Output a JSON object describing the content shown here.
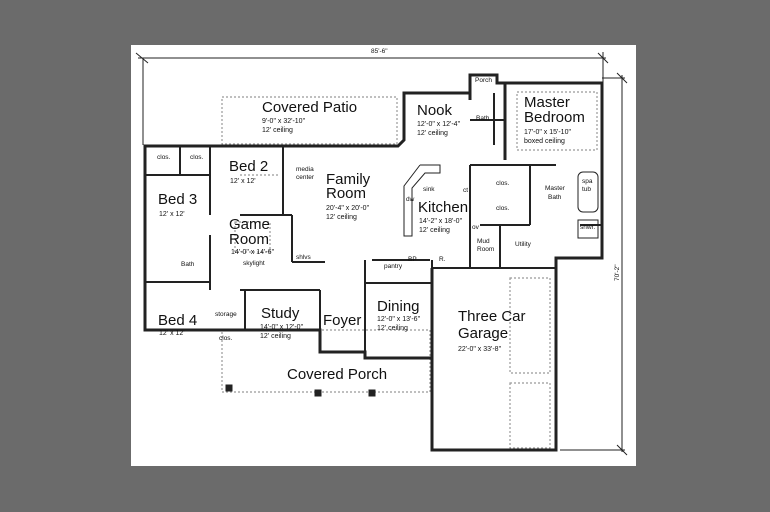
{
  "dimensions": {
    "width": "85'-6\"",
    "depth": "70'-2\""
  },
  "rooms": {
    "covered_patio": {
      "name": "Covered Patio",
      "size": "9'-0\" x 32'-10\"",
      "ceiling": "12' ceiling"
    },
    "nook": {
      "name": "Nook",
      "size": "12'-0\" x 12'-4\"",
      "ceiling": "12' ceiling"
    },
    "master_bedroom": {
      "name1": "Master",
      "name2": "Bedroom",
      "size": "17'-0\" x 15'-10\"",
      "ceiling": "boxed ceiling"
    },
    "porch_small": {
      "name": "Porch"
    },
    "master_wc_bath": {
      "name": "Bath"
    },
    "closet_1": {
      "name": "clos."
    },
    "closet_2": {
      "name": "clos."
    },
    "bed2": {
      "name": "Bed 2",
      "size": "12' x 12'"
    },
    "media_center": {
      "line1": "media",
      "line2": "center"
    },
    "family_room": {
      "name1": "Family",
      "name2": "Room",
      "size": "20'-4\" x 20'-0\"",
      "ceiling": "12' ceiling"
    },
    "bed3": {
      "name": "Bed 3",
      "size": "12' x 12'"
    },
    "game_room": {
      "name1": "Game",
      "name2": "Room",
      "size": "14'-0\" x 14'-6\"",
      "feature": "skylight"
    },
    "kitchen": {
      "name": "Kitchen",
      "size": "14'-2\" x 18'-0\"",
      "ceiling": "12' ceiling",
      "sink": "sink",
      "dw": "dw",
      "ct": "ct",
      "ov": "ov"
    },
    "master_closet_1": {
      "name": "clos."
    },
    "master_closet_2": {
      "name": "clos."
    },
    "master_bath": {
      "name1": "Master",
      "name2": "Bath",
      "tub1": "spa",
      "tub2": "tub",
      "shower": "shwr."
    },
    "mud_room": {
      "name1": "Mud",
      "name2": "Room"
    },
    "utility": {
      "name": "Utility"
    },
    "hall_bath": {
      "name": "Bath"
    },
    "shelves": {
      "name": "shlvs"
    },
    "bp": {
      "name": "BP"
    },
    "r": {
      "name": "R."
    },
    "pantry": {
      "name": "pantry"
    },
    "bed4": {
      "name": "Bed 4",
      "size": "12' x 12'"
    },
    "storage": {
      "name": "storage"
    },
    "closet_3": {
      "name": "clos."
    },
    "study": {
      "name": "Study",
      "size": "14'-0\" x 12'-0\"",
      "ceiling": "12' ceiling"
    },
    "foyer": {
      "name": "Foyer"
    },
    "dining": {
      "name": "Dining",
      "size": "12'-0\" x 13'-6\"",
      "ceiling": "12' ceiling"
    },
    "garage": {
      "name1": "Three Car",
      "name2": "Garage",
      "size": "22'-0\" x 33'-8\""
    },
    "covered_porch": {
      "name": "Covered Porch"
    }
  }
}
